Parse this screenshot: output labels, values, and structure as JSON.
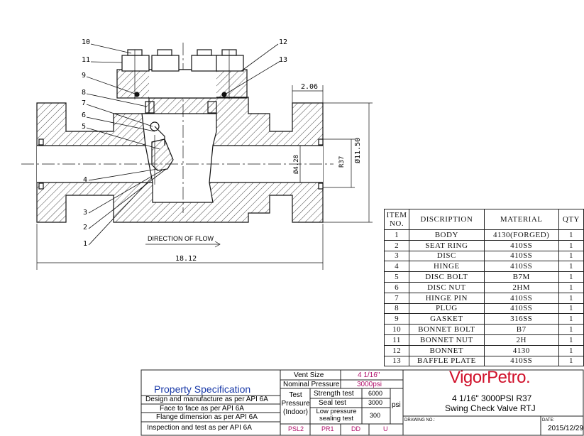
{
  "drawing": {
    "balloons": [
      "1",
      "2",
      "3",
      "4",
      "5",
      "6",
      "7",
      "8",
      "9",
      "10",
      "11",
      "12",
      "13"
    ],
    "dimensions": {
      "overall_length": "18.12",
      "flange_thickness": "2.06",
      "flange_diameter": "Ø11.50",
      "bore_diameter": "Ø4.28",
      "ring_groove": "R37"
    },
    "flow_label": "DIRECTION OF FLOW"
  },
  "bom": {
    "headers": [
      "ITEM NO.",
      "DISCRIPTION",
      "MATERIAL",
      "QTY"
    ],
    "rows": [
      {
        "item": "1",
        "desc": "BODY",
        "material": "4130(FORGED)",
        "qty": "1"
      },
      {
        "item": "2",
        "desc": "SEAT RING",
        "material": "410SS",
        "qty": "1"
      },
      {
        "item": "3",
        "desc": "DISC",
        "material": "410SS",
        "qty": "1"
      },
      {
        "item": "4",
        "desc": "HINGE",
        "material": "410SS",
        "qty": "1"
      },
      {
        "item": "5",
        "desc": "DISC BOLT",
        "material": "B7M",
        "qty": "1"
      },
      {
        "item": "6",
        "desc": "DISC NUT",
        "material": "2HM",
        "qty": "1"
      },
      {
        "item": "7",
        "desc": "HINGE PIN",
        "material": "410SS",
        "qty": "1"
      },
      {
        "item": "8",
        "desc": "PLUG",
        "material": "410SS",
        "qty": "1"
      },
      {
        "item": "9",
        "desc": "GASKET",
        "material": "316SS",
        "qty": "1"
      },
      {
        "item": "10",
        "desc": "BONNET BOLT",
        "material": "B7",
        "qty": "1"
      },
      {
        "item": "11",
        "desc": "BONNET NUT",
        "material": "2H",
        "qty": "1"
      },
      {
        "item": "12",
        "desc": "BONNET",
        "material": "4130",
        "qty": "1"
      },
      {
        "item": "13",
        "desc": "BAFFLE PLATE",
        "material": "410SS",
        "qty": "1"
      }
    ]
  },
  "spec": {
    "title": "Property Specification",
    "lines": [
      "Design and manufacture as per API 6A",
      "Face to face as per API 6A",
      "Flange dimension as per API 6A",
      "Inspection and test as per API 6A"
    ],
    "vent_size_label": "Vent Size",
    "vent_size_value": "4 1/16\"",
    "nominal_pressure_label": "Nominal Pressure",
    "nominal_pressure_value": "3000psi",
    "test_pressure_label": "Test Pressure (Indoor)",
    "strength_test_label": "Strength test",
    "strength_test_value": "6000",
    "seal_test_label": "Seal test",
    "seal_test_value": "3000",
    "low_pressure_label": "Low pressure sealing test",
    "low_pressure_value": "300",
    "unit": "psi",
    "codes": [
      "PSL2",
      "PR1",
      "DD",
      "U"
    ]
  },
  "title_block": {
    "brand": "VigorPetro.",
    "title_line1": "4 1/16\" 3000PSI R37",
    "title_line2": "Swing Check Valve RTJ",
    "drawing_no_label": "DRAWING NO.:",
    "date_label": "DATE:",
    "date_value": "2015/12/29"
  },
  "colors": {
    "brand": "#d0102a",
    "spec_title": "#1a3aa8",
    "code_text": "#b0106a",
    "ink": "#222222"
  }
}
